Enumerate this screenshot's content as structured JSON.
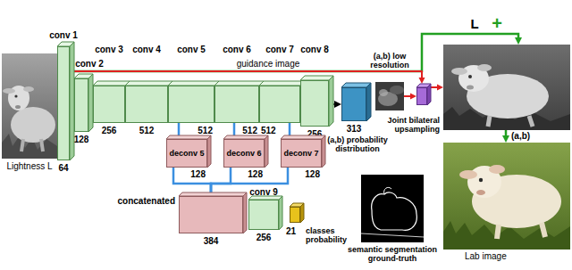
{
  "diagram": {
    "nodes": [
      {
        "text": [
          "Lightness L"
        ]
      },
      {
        "text": [
          "conv 1",
          "64"
        ]
      },
      {
        "text": [
          "conv 2",
          "128"
        ]
      },
      {
        "text": [
          "conv 3",
          "256"
        ]
      },
      {
        "text": [
          "conv 4",
          "512"
        ]
      },
      {
        "text": [
          "conv 5",
          "512"
        ]
      },
      {
        "text": [
          "conv 6",
          "512"
        ]
      },
      {
        "text": [
          "conv 7",
          "512"
        ]
      },
      {
        "text": [
          "conv 8",
          "256"
        ]
      },
      {
        "text": [
          "313",
          "(a,b) probability distribution"
        ]
      },
      {
        "text": [
          "(a,b) low resolution"
        ]
      },
      {
        "text": [
          "Joint bilateral upsampling"
        ]
      },
      {
        "text": [
          "+"
        ]
      },
      {
        "text": [
          "Lab image"
        ]
      },
      {
        "text": [
          "deconv 5",
          "128"
        ]
      },
      {
        "text": [
          "deconv 6",
          "128"
        ]
      },
      {
        "text": [
          "deconv 7",
          "128"
        ]
      },
      {
        "text": [
          "concatenated",
          "384"
        ]
      },
      {
        "text": [
          "conv 9",
          "256"
        ]
      },
      {
        "text": [
          "21",
          "classes probability"
        ]
      },
      {
        "text": [
          "semantic segmentation ground-truth"
        ]
      }
    ],
    "edges": [
      {
        "from": 8,
        "to": 9,
        "arrow": "to"
      },
      {
        "from": 0,
        "to": 12,
        "label": "L",
        "arrow": "to"
      },
      {
        "from": 0,
        "to": 11,
        "label": "guidance image",
        "arrow": "to"
      },
      {
        "from": 10,
        "to": 11,
        "arrow": "to"
      },
      {
        "from": 11,
        "to": 12,
        "arrow": "to"
      },
      {
        "from": 12,
        "to": 13,
        "label": "(a,b)",
        "arrow": "to"
      },
      {
        "from": 5,
        "to": 14,
        "arrow": "none"
      },
      {
        "from": 6,
        "to": 15,
        "arrow": "none"
      },
      {
        "from": 7,
        "to": 16,
        "arrow": "none"
      },
      {
        "from": 14,
        "to": 17,
        "arrow": "none"
      },
      {
        "from": 15,
        "to": 17,
        "arrow": "none"
      },
      {
        "from": 16,
        "to": 17,
        "arrow": "none"
      }
    ]
  }
}
